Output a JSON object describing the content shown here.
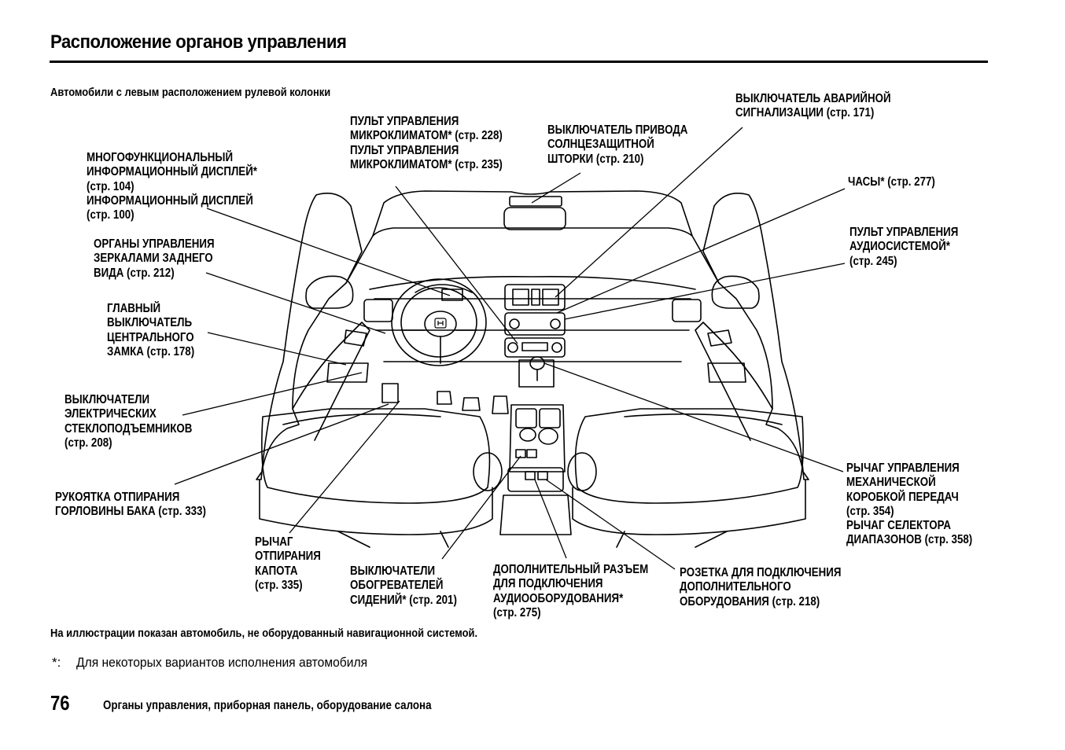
{
  "page": {
    "title": "Расположение органов управления",
    "subtitle": "Автомобили с левым расположением рулевой колонки",
    "note": "На иллюстрации показан автомобиль, не оборудованный навигационной системой.",
    "footnote_mark": "*:",
    "footnote_text": "Для некоторых вариантов исполнения автомобиля",
    "page_number": "76",
    "section_title": "Органы управления, приборная панель, оборудование салона"
  },
  "labels": {
    "climate": "ПУЛЬТ УПРАВЛЕНИЯ\nМИКРОКЛИМАТОМ* (стр. 228)\nПУЛЬТ УПРАВЛЕНИЯ\nМИКРОКЛИМАТОМ* (стр. 235)",
    "sunshade": "ВЫКЛЮЧАТЕЛЬ ПРИВОДА\nСОЛНЦЕЗАЩИТНОЙ\nШТОРКИ (стр. 210)",
    "hazard": "ВЫКЛЮЧАТЕЛЬ АВАРИЙНОЙ\nСИГНАЛИЗАЦИИ (стр. 171)",
    "display": "МНОГОФУНКЦИОНАЛЬНЫЙ\nИНФОРМАЦИОННЫЙ ДИСПЛЕЙ*\n(стр. 104)\nИНФОРМАЦИОННЫЙ ДИСПЛЕЙ\n(стр. 100)",
    "clock": "ЧАСЫ* (стр. 277)",
    "audio": "ПУЛЬТ УПРАВЛЕНИЯ\nАУДИОСИСТЕМОЙ*\n(стр. 245)",
    "mirrors": "ОРГАНЫ УПРАВЛЕНИЯ\nЗЕРКАЛАМИ ЗАДНЕГО\nВИДА (стр. 212)",
    "lock": "ГЛАВНЫЙ\nВЫКЛЮЧАТЕЛЬ\nЦЕНТРАЛЬНОГО\nЗАМКА (стр. 178)",
    "windows": "ВЫКЛЮЧАТЕЛИ\nЭЛЕКТРИЧЕСКИХ\nСТЕКЛОПОДЪЕМНИКОВ\n(стр. 208)",
    "fuel": "РУКОЯТКА ОТПИРАНИЯ\nГОРЛОВИНЫ БАКА (стр. 333)",
    "shift": "РЫЧАГ УПРАВЛЕНИЯ\nМЕХАНИЧЕСКОЙ\nКОРОБКОЙ ПЕРЕДАЧ\n(стр. 354)\nРЫЧАГ СЕЛЕКТОРА\nДИАПАЗОНОВ (стр. 358)",
    "hood": "РЫЧАГ\nОТПИРАНИЯ\nКАПОТА\n(стр. 335)",
    "seat_heat": "ВЫКЛЮЧАТЕЛИ\nОБОГРЕВАТЕЛЕЙ\nСИДЕНИЙ* (стр. 201)",
    "aux": "ДОПОЛНИТЕЛЬНЫЙ РАЗЪЕМ\nДЛЯ ПОДКЛЮЧЕНИЯ\nАУДИООБОРУДОВАНИЯ*\n(стр. 275)",
    "socket": "РОЗЕТКА ДЛЯ ПОДКЛЮЧЕНИЯ\nДОПОЛНИТЕЛЬНОГО\nОБОРУДОВАНИЯ (стр. 218)"
  }
}
